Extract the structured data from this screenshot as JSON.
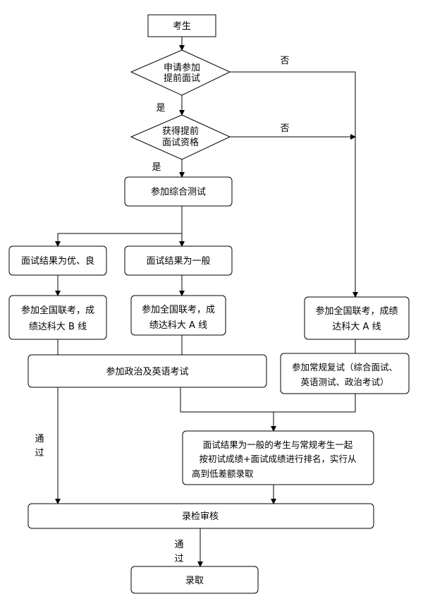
{
  "nodes": {
    "candidate": "考生",
    "apply_early": [
      "申请参加",
      "提前面试"
    ],
    "get_qualified": [
      "获得提前",
      "面试资格"
    ],
    "comprehensive_test": "参加综合测试",
    "result_good": "面试结果为优、良",
    "result_average": "面试结果为一般",
    "exam_b": [
      "参加全国联考，成",
      "绩达科大 B 线"
    ],
    "exam_a_mid": [
      "参加全国联考，成",
      "绩达科大 A 线"
    ],
    "exam_a_right": [
      "参加全国联考，成绩",
      "达科大 A 线"
    ],
    "politics_english": "参加政治及英语考试",
    "regular_retest": [
      "参加常规复试（综合面试、",
      "英语测试、政治考试）"
    ],
    "ranking": [
      "面试结果为一般的考生与常规考生一起",
      "按初试成绩+面试成绩进行排名，实行从",
      "高到低差额录取"
    ],
    "review": "录检审核",
    "admit": "录取"
  },
  "edge_labels": {
    "no_1": "否",
    "yes_1": "是",
    "no_2": "否",
    "yes_2": "是",
    "pass_1": [
      "通",
      "过"
    ],
    "pass_2": [
      "通",
      "过"
    ]
  }
}
